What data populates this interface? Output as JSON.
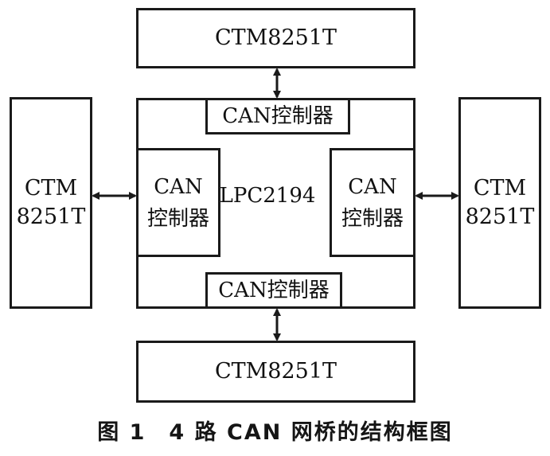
{
  "diagram": {
    "ctm_top": "CTM8251T",
    "ctm_bottom": "CTM8251T",
    "ctm_left": [
      "CTM",
      "8251T"
    ],
    "ctm_right": [
      "CTM",
      "8251T"
    ],
    "mcu_label": "LPC2194",
    "can_top": "CAN控制器",
    "can_bottom": "CAN控制器",
    "can_left": [
      "CAN",
      "控制器"
    ],
    "can_right": [
      "CAN",
      "控制器"
    ]
  },
  "caption": "图 1　4 路 CAN 网桥的结构框图",
  "colors": {
    "line": "#1a1a1a",
    "background": "#ffffff"
  }
}
